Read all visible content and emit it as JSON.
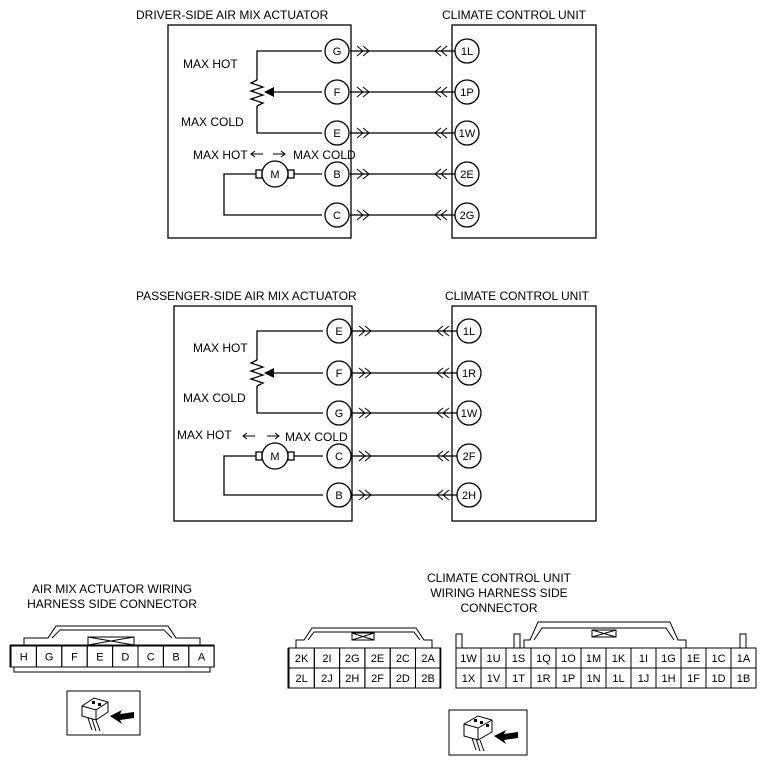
{
  "driver": {
    "actuator_title": "DRIVER-SIDE AIR MIX ACTUATOR",
    "ccu_title": "CLIMATE CONTROL UNIT",
    "max_hot": "MAX HOT",
    "max_cold": "MAX COLD",
    "motor_dir_hot": "MAX HOT",
    "motor_dir_cold": "MAX COLD",
    "motor": "M",
    "pins": [
      {
        "actuator": "G",
        "ccu": "1L"
      },
      {
        "actuator": "F",
        "ccu": "1P"
      },
      {
        "actuator": "E",
        "ccu": "1W"
      },
      {
        "actuator": "B",
        "ccu": "2E"
      },
      {
        "actuator": "C",
        "ccu": "2G"
      }
    ]
  },
  "passenger": {
    "actuator_title": "PASSENGER-SIDE AIR MIX ACTUATOR",
    "ccu_title": "CLIMATE CONTROL UNIT",
    "max_hot": "MAX HOT",
    "max_cold": "MAX COLD",
    "motor_dir_hot": "MAX HOT",
    "motor_dir_cold": "MAX COLD",
    "motor": "M",
    "pins": [
      {
        "actuator": "E",
        "ccu": "1L"
      },
      {
        "actuator": "F",
        "ccu": "1R"
      },
      {
        "actuator": "G",
        "ccu": "1W"
      },
      {
        "actuator": "C",
        "ccu": "2F"
      },
      {
        "actuator": "B",
        "ccu": "2H"
      }
    ]
  },
  "actuator_connector": {
    "title_line1": "AIR MIX ACTUATOR WIRING",
    "title_line2": "HARNESS SIDE CONNECTOR",
    "terminals": [
      "H",
      "G",
      "F",
      "E",
      "D",
      "C",
      "B",
      "A"
    ]
  },
  "small_ccu_connector": {
    "rows": [
      [
        "2K",
        "2I",
        "2G",
        "2E",
        "2C",
        "2A"
      ],
      [
        "2L",
        "2J",
        "2H",
        "2F",
        "2D",
        "2B"
      ]
    ]
  },
  "ccu_connector": {
    "title_line1": "CLIMATE CONTROL UNIT",
    "title_line2": "WIRING HARNESS SIDE",
    "title_line3": "CONNECTOR",
    "rows": [
      [
        "1W",
        "1U",
        "1S",
        "1Q",
        "1O",
        "1M",
        "1K",
        "1I",
        "1G",
        "1E",
        "1C",
        "1A"
      ],
      [
        "1X",
        "1V",
        "1T",
        "1R",
        "1P",
        "1N",
        "1L",
        "1J",
        "1H",
        "1F",
        "1D",
        "1B"
      ]
    ]
  }
}
